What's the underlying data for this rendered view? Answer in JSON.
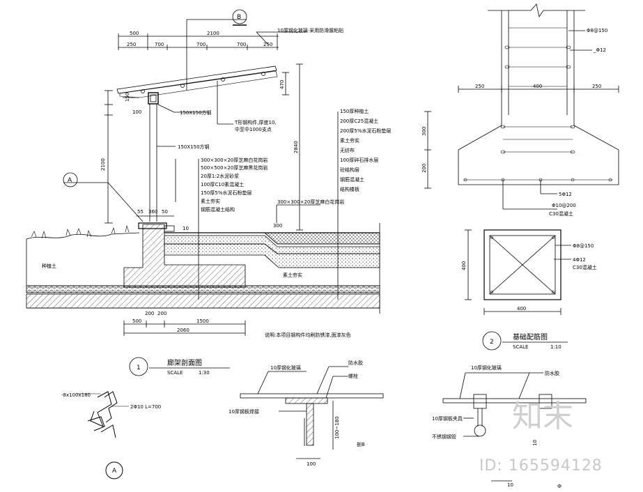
{
  "section_callouts": {
    "B": "B",
    "A": "A"
  },
  "roof_dims": {
    "d500": "500",
    "d2100": "2100",
    "d250a": "250",
    "d700a": "700",
    "d700b": "700",
    "d700c": "700",
    "d250b": "250"
  },
  "roof_labels": {
    "top": "10厚钢化玻璃·采用防滑膜粘贴",
    "tube": "150X150方钢",
    "tbeam": "T形钢构件,厚度10,",
    "tbeam2": "中至中1000支点",
    "column": "150X150方钢",
    "h150": "150",
    "h100": "100",
    "h2100": "2100",
    "h2840": "2840",
    "h470": "470"
  },
  "layer_labels_left": [
    "300×300×20厚芝麻白花岗岩",
    "500×500×20厚芝麻黑花岗岩",
    "20厚1:2水泥砂浆",
    "100厚C10素混凝土",
    "150厚5%水泥石粉垫层",
    "素土夯实",
    "钢筋混凝土结构"
  ],
  "layer_labels_right": [
    "150厚种植土",
    "200厚C25混凝土",
    "200厚5%水泥石粉垫层",
    "素土夯实",
    "无纺布",
    "100厚碎石排水层",
    "砼结构层",
    "钢筋混凝土",
    "结构楼板"
  ],
  "mid_label": "300×300×20厚芝麻白花岗岩",
  "d300": "300",
  "small_dims": {
    "d55": "55",
    "d360": "360",
    "d50": "50",
    "d10": "10"
  },
  "bottom_dims": {
    "d500": "500",
    "d200a": "200",
    "d200b": "200",
    "d1500": "1500",
    "d2060": "2060"
  },
  "note": "说明:本项目钢构件均刷防锈漆,面漆灰色",
  "left_ground": "种植土",
  "mid_ground": "素土夯实",
  "title1": {
    "num": "1",
    "name": "廊架剖面图",
    "scale_label": "SCALE",
    "scale": "1:30"
  },
  "title2": {
    "num": "2",
    "name": "基础配筋图",
    "scale_label": "SCALE",
    "scale": "1:10"
  },
  "foundation": {
    "phi8": "Φ8@150",
    "phi12": "_Φ12",
    "d250a": "250",
    "d400": "400",
    "d250b": "250",
    "h300": "300",
    "h200": "200",
    "bars": "5Φ12",
    "stir": "Φ10@200",
    "conc": "C30混凝土"
  },
  "plan": {
    "phi8": "Φ8@150",
    "bars": "4Φ12",
    "conc": "C30混凝土",
    "w400": "400",
    "h400": "400"
  },
  "detailA": {
    "plate": "-8x100x180",
    "rebar": "2Φ10 L=700",
    "label": "A"
  },
  "detailB_left": {
    "glass": "10厚钢化玻璃",
    "steel": "10厚钢板焊接",
    "rubber": "防水胶",
    "bolt": "螺栓",
    "dim100": "100",
    "dim_v": "100~180",
    "tag": "剖B"
  },
  "detailB_right": {
    "glass": "10厚钢化玻璃",
    "rubber": "防水胶",
    "clamp": "10厚钢板夹具",
    "pipe": "不锈钢钢管",
    "dim10": "10",
    "dim_v": "10",
    "tag": "Ф"
  },
  "watermark": {
    "brand": "知末",
    "id": "ID: 165594128"
  }
}
